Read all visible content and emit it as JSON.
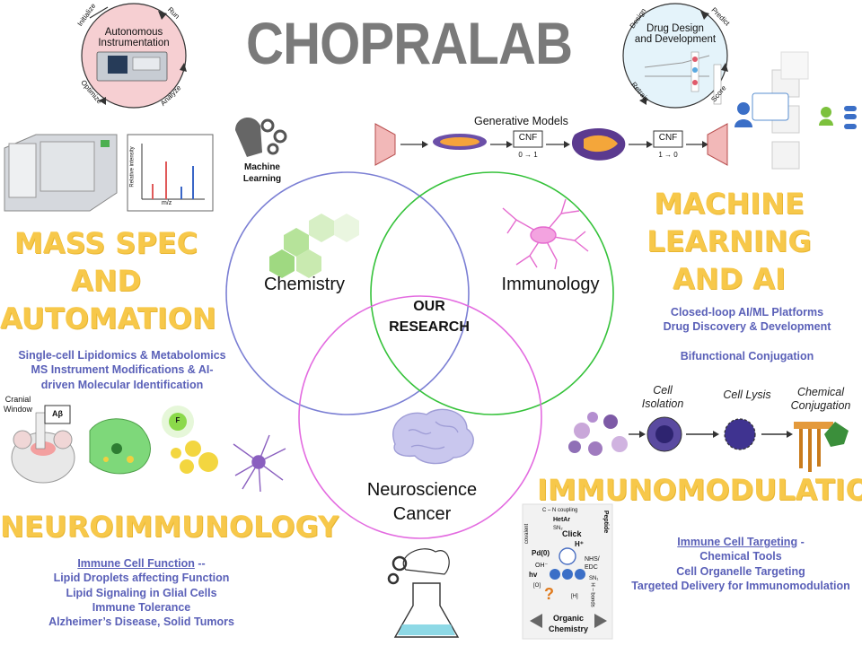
{
  "title": "CHOPRALAB",
  "venn": {
    "chemistry": "Chemistry",
    "immunology": "Immunology",
    "neuro_cancer_line1": "Neuroscience",
    "neuro_cancer_line2": "Cancer",
    "center_line1": "OUR",
    "center_line2": "RESEARCH"
  },
  "autonomous": {
    "title_line1": "Autonomous",
    "title_line2": "Instrumentation",
    "steps": [
      "Initialize",
      "Run",
      "Analyze",
      "Optimize"
    ]
  },
  "drug_design": {
    "title_line1": "Drug Design",
    "title_line2": "and Development",
    "steps": [
      "Design",
      "Predict",
      "Score",
      "Retrain"
    ]
  },
  "generative": {
    "title": "Generative Models",
    "cnf1": "CNF",
    "cnf2": "CNF",
    "t1": "0 → 1",
    "t2": "1 → 0"
  },
  "ml_icon": {
    "label_line1": "Machine",
    "label_line2": "Learning"
  },
  "mass_spec_plot": {
    "ylabel": "Relative intensity",
    "xlabel": "m/z"
  },
  "mass_spec": {
    "heading": [
      "MASS SPEC",
      "AND",
      "AUTOMATION"
    ],
    "lines": [
      "Single-cell Lipidomics & Metabolomics",
      "MS Instrument Modifications & AI-",
      "driven Molecular Identification"
    ]
  },
  "machine_learning": {
    "heading": [
      "MACHINE",
      "LEARNING",
      "AND AI"
    ],
    "lines": [
      "Closed-loop AI/ML Platforms",
      "Drug Discovery & Development"
    ],
    "extra": "Bifunctional Conjugation"
  },
  "cell_workflow": {
    "isolation": [
      "Cell",
      "Isolation"
    ],
    "lysis": "Cell Lysis",
    "conjugation": [
      "Chemical",
      "Conjugation"
    ]
  },
  "immunomodulation": {
    "heading": "IMMUNOMODULATION",
    "link": "Immune Cell Targeting",
    "link_suffix": " -",
    "lines": [
      "Chemical Tools",
      "Cell Organelle Targeting",
      "Targeted Delivery for Immunomodulation"
    ]
  },
  "neuroimmunology": {
    "heading": "NEUROIMMUNOLOGY",
    "link": "Immune Cell Function",
    "link_suffix": " --",
    "lines": [
      "Lipid Droplets  affecting Function",
      "Lipid Signaling in Glial Cells",
      "Immune Tolerance",
      "Alzheimer’s Disease,  Solid Tumors"
    ]
  },
  "mouse": {
    "cranial": "Cranial",
    "window": "Window",
    "abeta": "Aβ",
    "f_badge": "F"
  },
  "organic": {
    "label_line1": "Organic",
    "label_line2": "Chemistry",
    "items": [
      "C – N coupling",
      "HetAr",
      "SN₂",
      "Click",
      "H⁺",
      "Pd(0)",
      "OH⁻",
      "hv",
      "NHS/",
      "EDC",
      "SN₁",
      "[O]",
      "[H]",
      "H – bonds",
      "covalent",
      "Peptide"
    ]
  },
  "colors": {
    "heading": "#f7c84a",
    "blue_text": "#5a60b8",
    "circle_chem": "#7b7fd4",
    "circle_imm": "#35c23a",
    "circle_neuro": "#e36be0",
    "title": "#7a7a7a"
  }
}
